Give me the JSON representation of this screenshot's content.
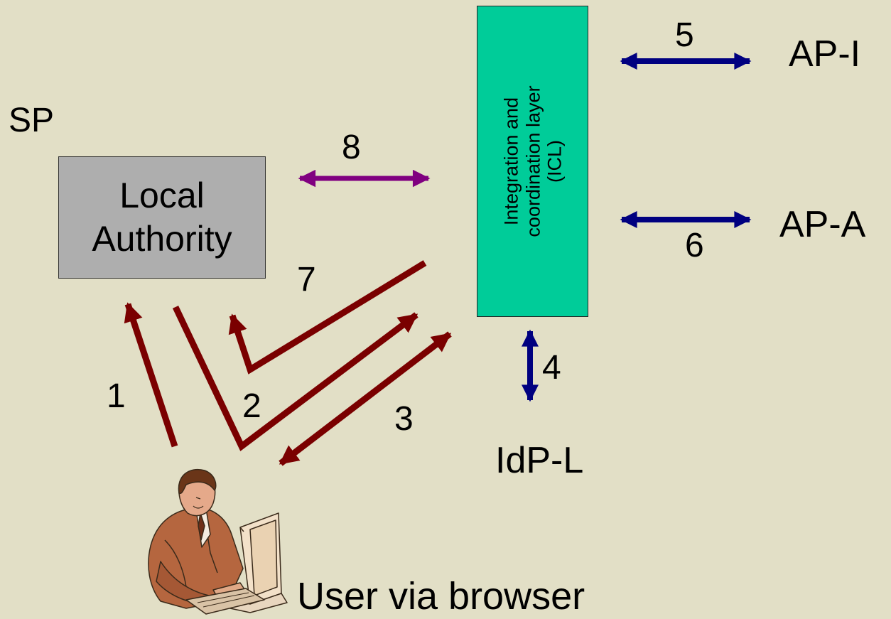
{
  "entities": {
    "sp": "SP",
    "local_authority": [
      "Local",
      "Authority"
    ],
    "icl": [
      "Integration and",
      "coordination layer",
      "(ICL)"
    ],
    "ap_i": "AP-I",
    "ap_a": "AP-A",
    "idp_l": "IdP-L",
    "user": "User via browser"
  },
  "steps": [
    "1",
    "2",
    "3",
    "4",
    "5",
    "6",
    "7",
    "8"
  ],
  "icons": {
    "user": "user-at-computer-icon"
  },
  "colors": {
    "background": "#e2dfc6",
    "local_authority_fill": "#aeaeae",
    "icl_fill": "#00cc99",
    "user_flow_arrows": "#7a0000",
    "attribute_provider_arrows": "#000080",
    "la_icl_arrow": "#800080"
  }
}
